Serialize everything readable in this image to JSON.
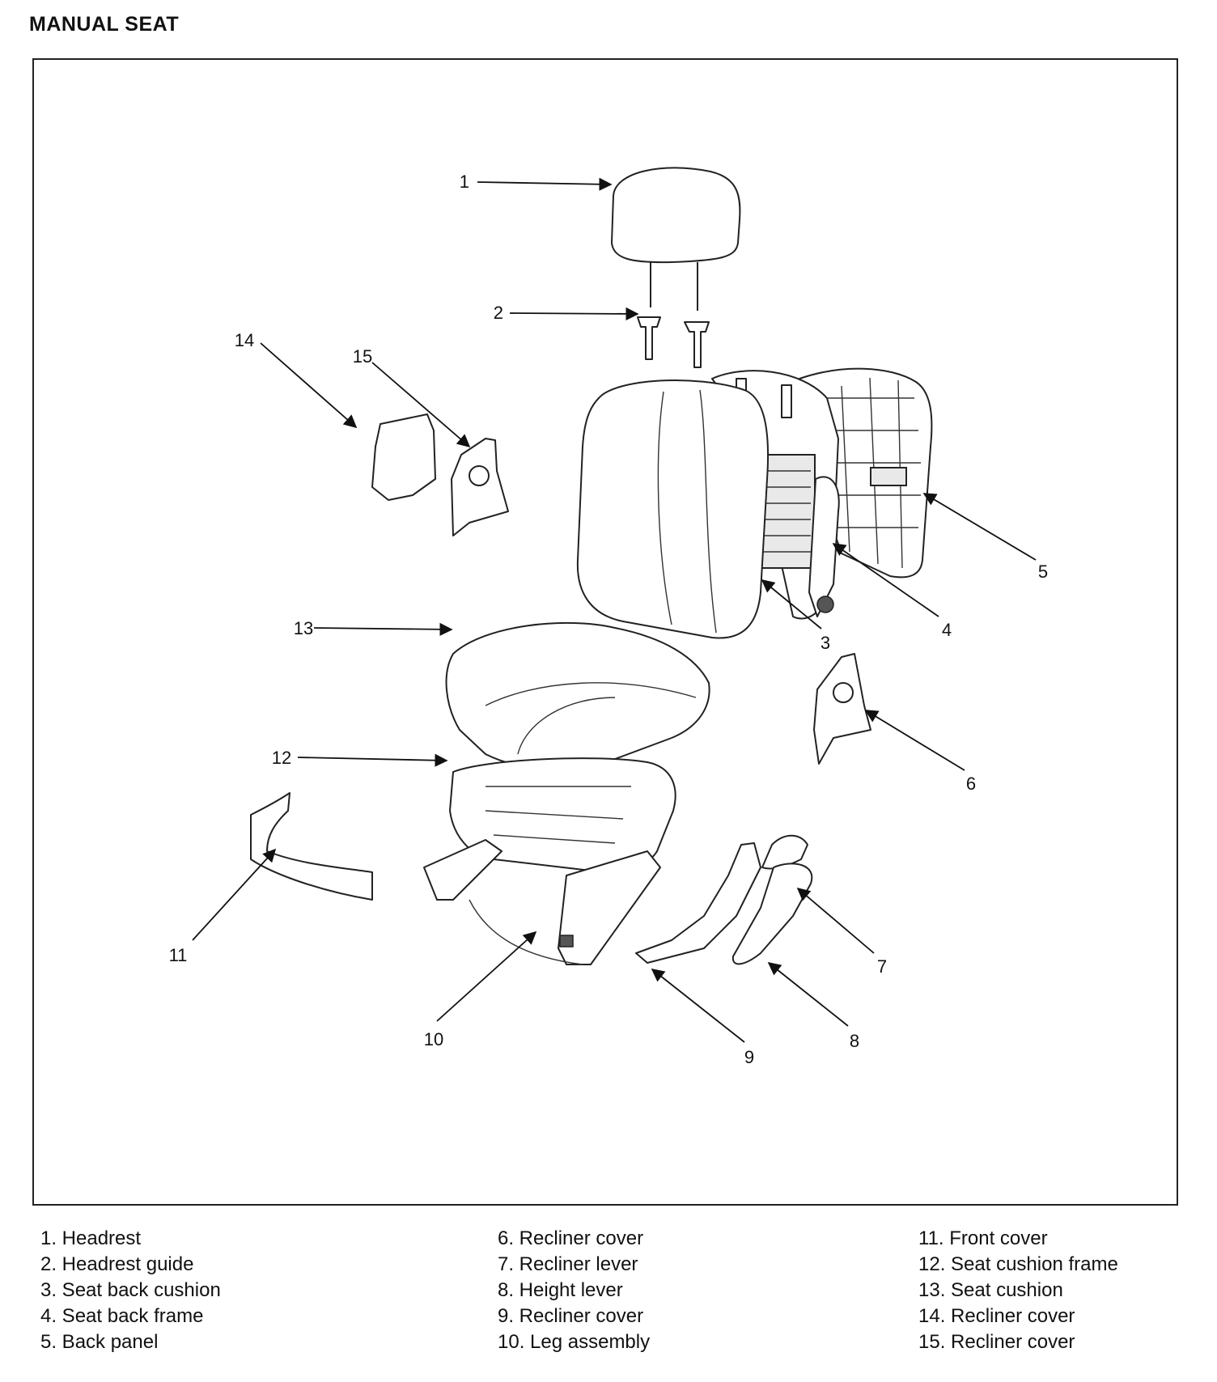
{
  "title": "MANUAL SEAT",
  "callouts": [
    "1",
    "2",
    "3",
    "4",
    "5",
    "6",
    "7",
    "8",
    "9",
    "10",
    "11",
    "12",
    "13",
    "14",
    "15"
  ],
  "legend": {
    "column1": [
      "1. Headrest",
      "2. Headrest guide",
      "3. Seat back cushion",
      "4. Seat back frame",
      "5. Back panel"
    ],
    "column2": [
      "6. Recliner cover",
      "7. Recliner lever",
      "8. Height lever",
      "9. Recliner cover",
      "10. Leg assembly"
    ],
    "column3": [
      "11. Front cover",
      "12. Seat cushion frame",
      "13. Seat cushion",
      "14. Recliner cover",
      "15. Recliner cover"
    ]
  }
}
